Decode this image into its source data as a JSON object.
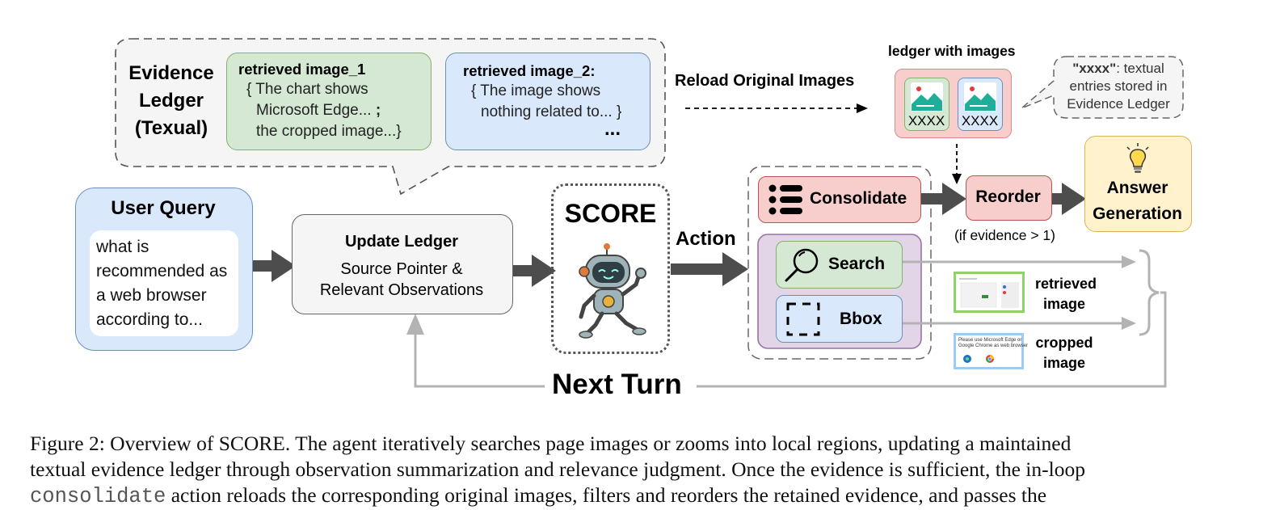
{
  "evidence_ledger": {
    "title_line1": "Evidence",
    "title_line2": "Ledger",
    "title_line3": "(Texual)",
    "entry1": {
      "title": "retrieved image_1",
      "line1": "{ The chart shows",
      "line2_text": "Microsoft  Edge... ",
      "line2_bold": ";",
      "line3": "the cropped image...}"
    },
    "entry2": {
      "title": "retrieved image_2:",
      "line1": "{ The image shows",
      "line2": "nothing related to... }",
      "ellipsis": "..."
    }
  },
  "reload_label": "Reload Original Images",
  "ledger_images": {
    "title": "ledger with images",
    "thumb_label_1": "XXXX",
    "thumb_label_2": "XXXX"
  },
  "callout": {
    "bold": "\"xxxx\"",
    "line1_rest": ": textual",
    "line2": "entries stored in",
    "line3": "Evidence Ledger"
  },
  "user_query": {
    "title": "User Query",
    "lines": [
      "what is",
      "recommended as",
      "a web browser",
      "according to..."
    ]
  },
  "update_ledger": {
    "title": "Update Ledger",
    "line1": "Source Pointer &",
    "line2": "Relevant Observations"
  },
  "score_label": "SCORE",
  "action_label": "Action",
  "actions": {
    "consolidate": "Consolidate",
    "search": "Search",
    "bbox": "Bbox"
  },
  "reorder": {
    "label": "Reorder",
    "condition": "(if evidence > 1)"
  },
  "answer": {
    "line1": "Answer",
    "line2": "Generation"
  },
  "outputs": {
    "retrieved_line1": "retrieved",
    "retrieved_line2": "image",
    "cropped_line1": "cropped",
    "cropped_line2": "image",
    "cropped_thumb_line1": "Please use Microsoft Edge or",
    "cropped_thumb_line2": "Google Chrome as web browser"
  },
  "next_turn_label": "Next Turn",
  "caption": {
    "line1": "Figure 2: Overview of SCORE. The agent iteratively searches page images or zooms into local regions, updating a maintained",
    "line2": "textual evidence ledger through observation summarization and relevance judgment. Once the evidence is sufficient, the in-loop",
    "line3_code": "consolidate",
    "line3_rest": " action reloads the corresponding original images, filters and reorders the retained evidence, and passes the"
  },
  "colors": {
    "green_fill": "#d5e8d4",
    "green_stroke": "#82b366",
    "blue_fill": "#dae8fc",
    "blue_stroke": "#6c8ebf",
    "red_fill": "#f8cecc",
    "red_stroke": "#b85450",
    "yellow_fill": "#fff2cc",
    "yellow_stroke": "#d6b656",
    "purple_fill": "#e1d5e7",
    "purple_stroke": "#9673a6",
    "gray_fill": "#f5f5f5",
    "arrow_dark": "#4d4d4d",
    "arrow_light": "#b3b3b3"
  }
}
